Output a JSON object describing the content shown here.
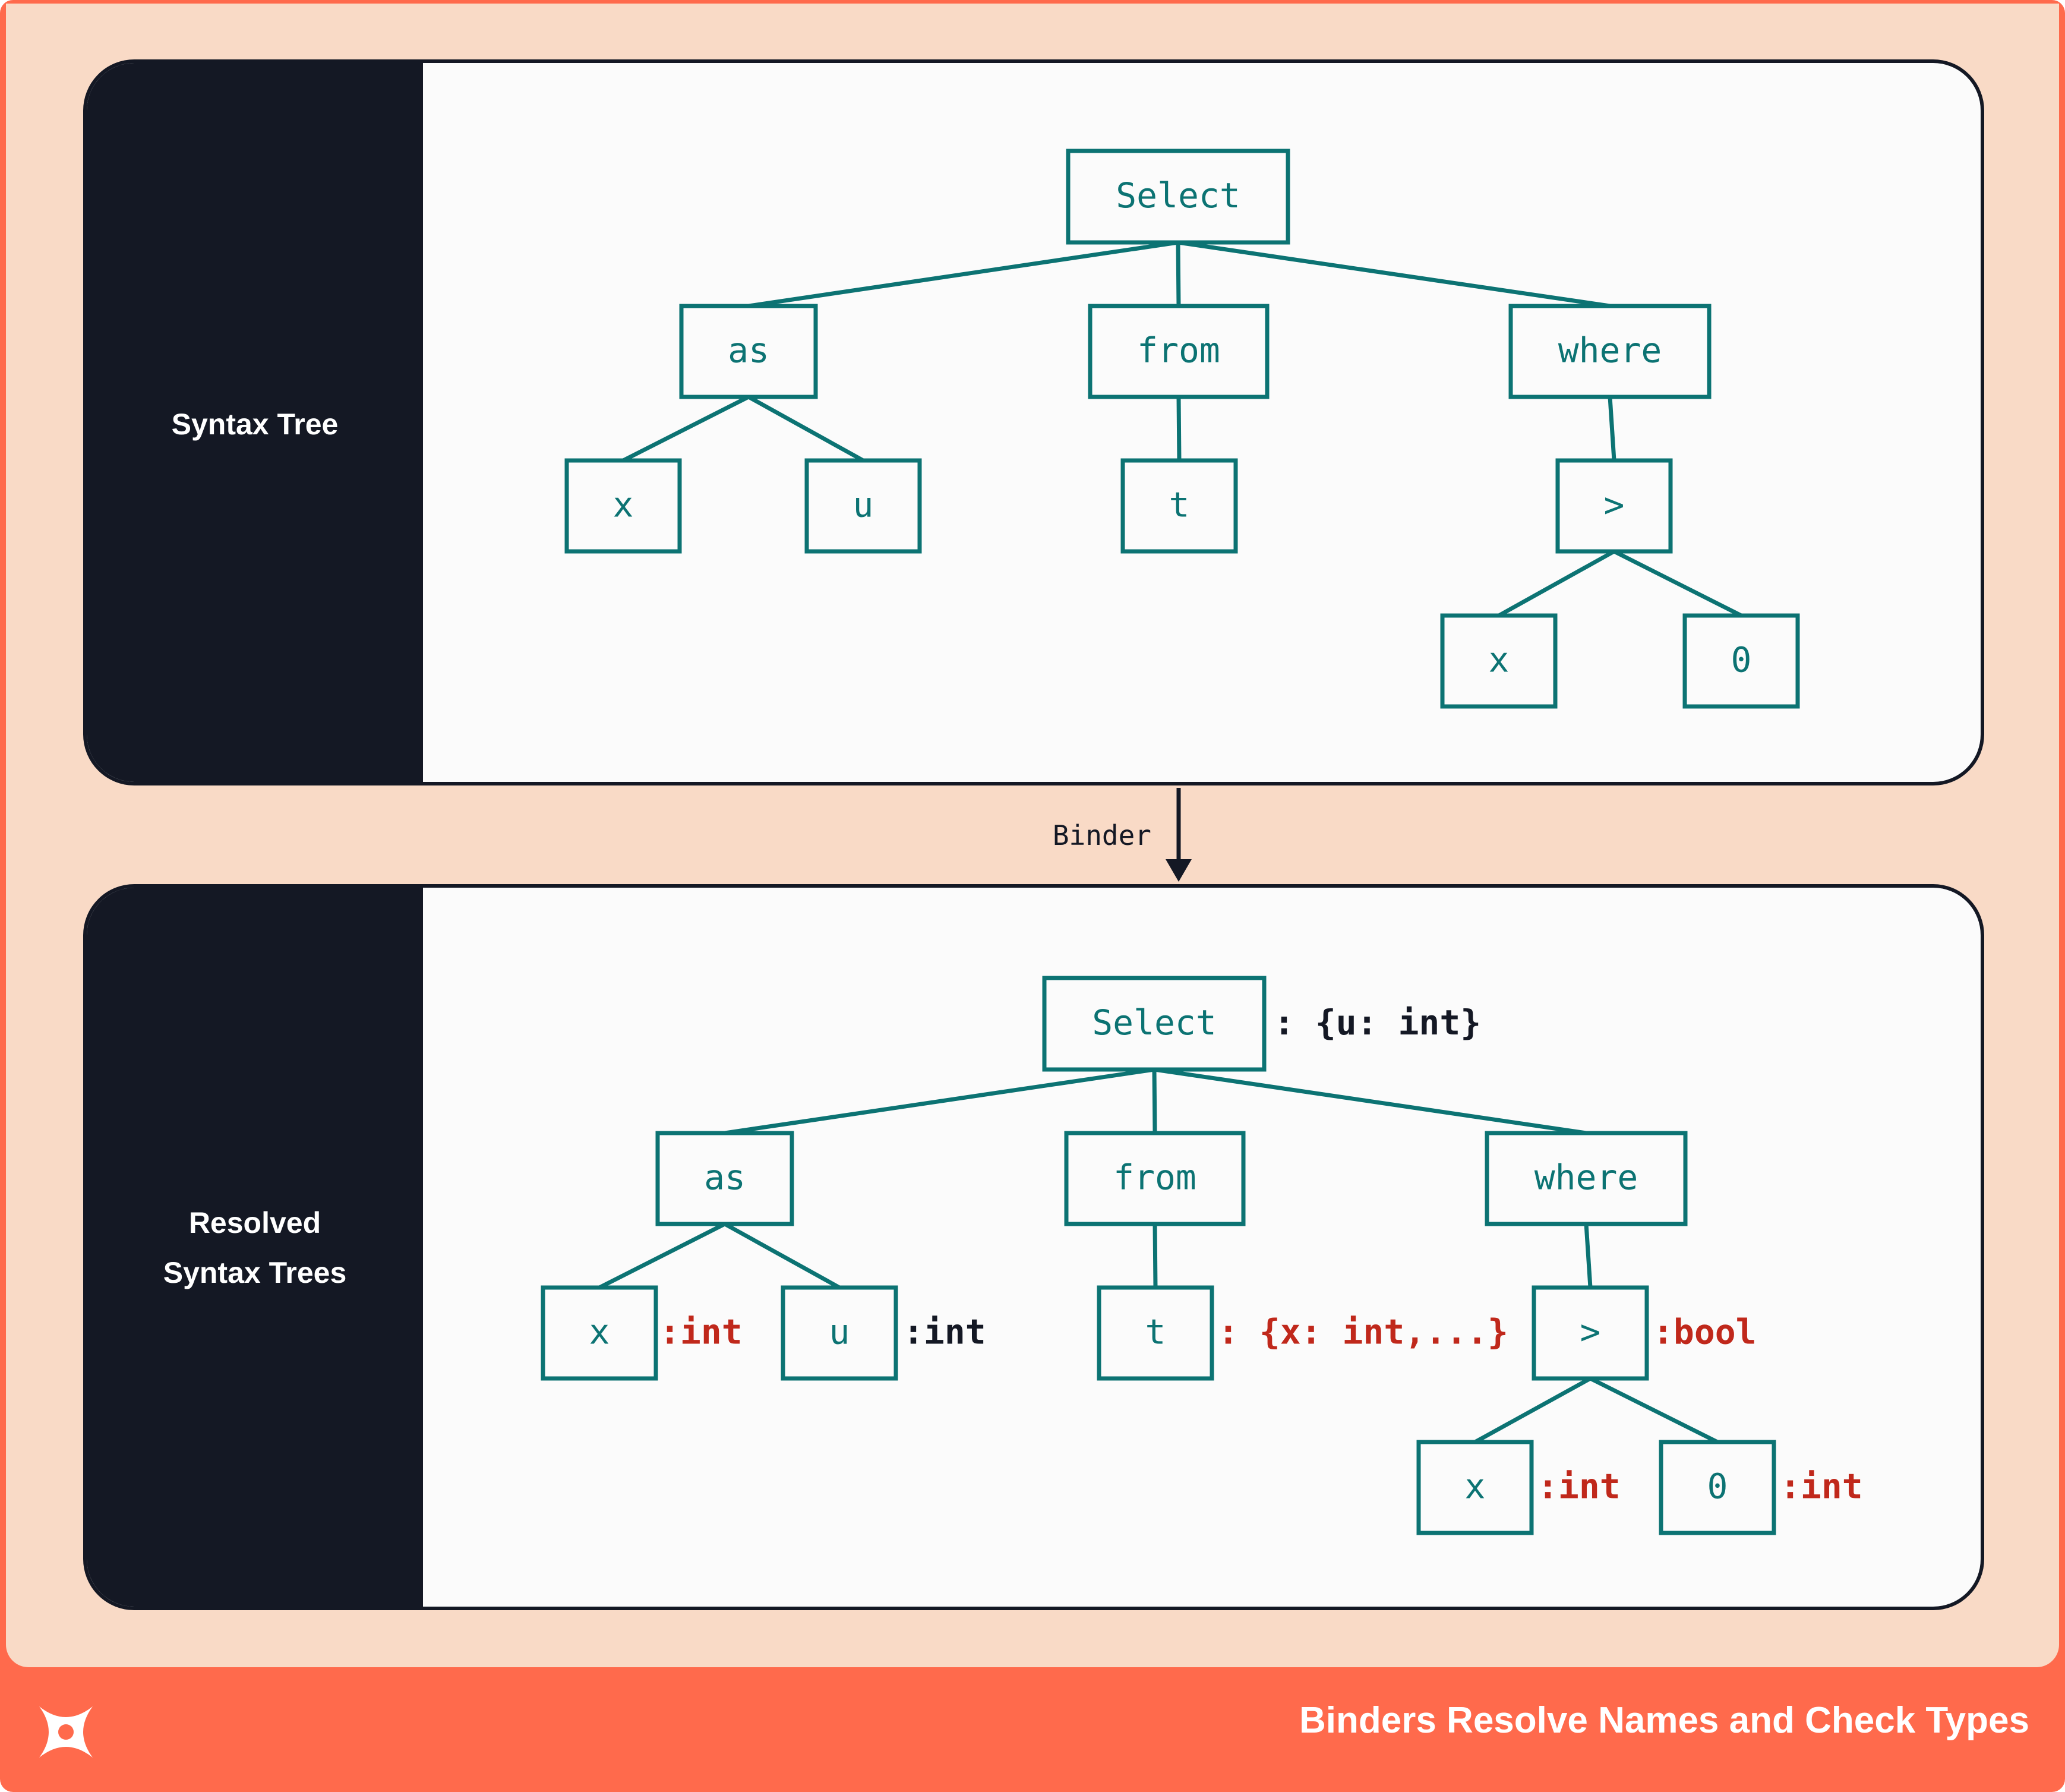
{
  "panels": {
    "top": {
      "label": "Syntax Tree"
    },
    "bottom": {
      "label": "Resolved\nSyntax Trees"
    }
  },
  "trees": {
    "top": {
      "nodes": [
        {
          "id": "select",
          "label": "Select"
        },
        {
          "id": "as",
          "label": "as"
        },
        {
          "id": "from",
          "label": "from"
        },
        {
          "id": "where",
          "label": "where"
        },
        {
          "id": "x1",
          "label": "x"
        },
        {
          "id": "u",
          "label": "u"
        },
        {
          "id": "t",
          "label": "t"
        },
        {
          "id": "gt",
          "label": ">"
        },
        {
          "id": "x2",
          "label": "x"
        },
        {
          "id": "zero",
          "label": "0"
        }
      ]
    },
    "bottom": {
      "nodes": [
        {
          "id": "select",
          "label": "Select",
          "annotation": ": {u: int}",
          "annotation_color": "#141824"
        },
        {
          "id": "as",
          "label": "as"
        },
        {
          "id": "from",
          "label": "from"
        },
        {
          "id": "where",
          "label": "where"
        },
        {
          "id": "x1",
          "label": "x",
          "annotation": ":int",
          "annotation_color": "#c0281b"
        },
        {
          "id": "u",
          "label": "u",
          "annotation": ":int",
          "annotation_color": "#141824"
        },
        {
          "id": "t",
          "label": "t",
          "annotation": ": {x: int,...}",
          "annotation_color": "#c0281b"
        },
        {
          "id": "gt",
          "label": ">",
          "annotation": ":bool",
          "annotation_color": "#c0281b"
        },
        {
          "id": "x2",
          "label": "x",
          "annotation": ":int",
          "annotation_color": "#c0281b"
        },
        {
          "id": "zero",
          "label": "0",
          "annotation": ":int",
          "annotation_color": "#c0281b"
        }
      ]
    },
    "edges": [
      [
        "select",
        "as"
      ],
      [
        "select",
        "from"
      ],
      [
        "select",
        "where"
      ],
      [
        "as",
        "x1"
      ],
      [
        "as",
        "u"
      ],
      [
        "from",
        "t"
      ],
      [
        "where",
        "gt"
      ],
      [
        "gt",
        "x2"
      ],
      [
        "gt",
        "zero"
      ]
    ]
  },
  "arrow": {
    "label": "Binder"
  },
  "footer": {
    "title": "Binders Resolve Names and Check Types",
    "logo_icon": "x-logo-icon"
  },
  "colors": {
    "outer_frame": "#ff6a4c",
    "canvas": "#f9dac6",
    "panel_side": "#141824",
    "node_teal": "#0c7373",
    "type_red": "#c0281b",
    "type_dark": "#141824"
  }
}
